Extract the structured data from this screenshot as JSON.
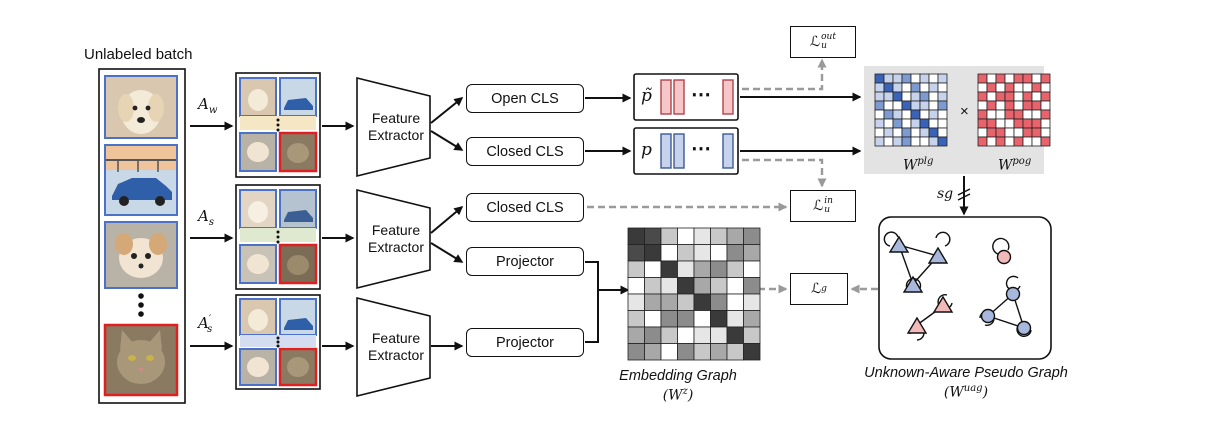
{
  "batch": {
    "title": "Unlabeled batch",
    "images": [
      "dog",
      "car",
      "small-dog",
      "cat"
    ]
  },
  "augmentations": {
    "weak": "A",
    "weak_sub": "w",
    "strong": "A",
    "strong_sub": "s",
    "strong2": "A",
    "strong2_sup": "′",
    "strong2_sub": "s"
  },
  "modules": {
    "feature_extractor": [
      "Feature",
      "Extractor"
    ],
    "open_cls": "Open CLS",
    "closed_cls": "Closed CLS",
    "projector": "Projector"
  },
  "predictions": {
    "open_symbol": "p̃",
    "closed_symbol": "p",
    "dots": "⋯"
  },
  "losses": {
    "out": {
      "base": "ℒ",
      "sub": "u",
      "sup": "out"
    },
    "in": {
      "base": "ℒ",
      "sub": "u",
      "sup": "in"
    },
    "graph": {
      "base": "ℒ",
      "sub": "g"
    }
  },
  "graphs": {
    "wplg": {
      "base": "W",
      "sup": "plg"
    },
    "wpog": {
      "base": "W",
      "sup": "pog"
    },
    "times": "×",
    "sg": "sg",
    "embedding_caption": "Embedding Graph",
    "embedding_sub": {
      "base": "W",
      "sup": "z"
    },
    "uag_caption": "Unknown-Aware Pseudo Graph",
    "uag_sub": {
      "base": "W",
      "sup": "uag"
    }
  },
  "colors": {
    "blue": "#7d9bd0",
    "blue_light": "#c7d3ec",
    "blue_dark": "#3a63b8",
    "red": "#e8636b",
    "red_light": "#f6c6c9",
    "border_blue": "#4b72c6",
    "border_red": "#e02020",
    "gray_arrow": "#9a9a9a"
  }
}
